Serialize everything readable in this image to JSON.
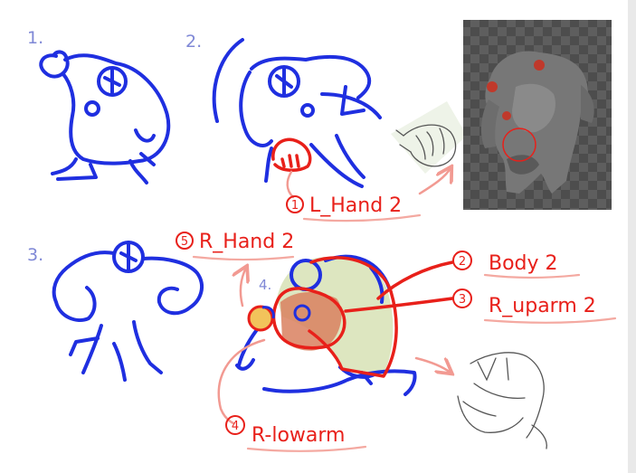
{
  "steps": [
    "1.",
    "2.",
    "3.",
    "4."
  ],
  "labels": {
    "l_hand": {
      "num": "1",
      "text": "L_Hand 2"
    },
    "body": {
      "num": "2",
      "text": "Body 2"
    },
    "r_uparm": {
      "num": "3",
      "text": "R_uparm 2"
    },
    "r_lowarm": {
      "num": "4",
      "text": "R-lowarm"
    },
    "r_hand": {
      "num": "5",
      "text": "R_Hand 2"
    }
  },
  "colors": {
    "sketch_blue": "#1f2fe0",
    "annotation_red": "#e8201a",
    "arrow_pink": "#f29a92",
    "step_number": "#7f88d6",
    "body_fill": "#c9d7a3",
    "transparency_checker": "#4a4a4a"
  },
  "icons": [
    "numbered-circle-icon",
    "arrow-icon"
  ]
}
